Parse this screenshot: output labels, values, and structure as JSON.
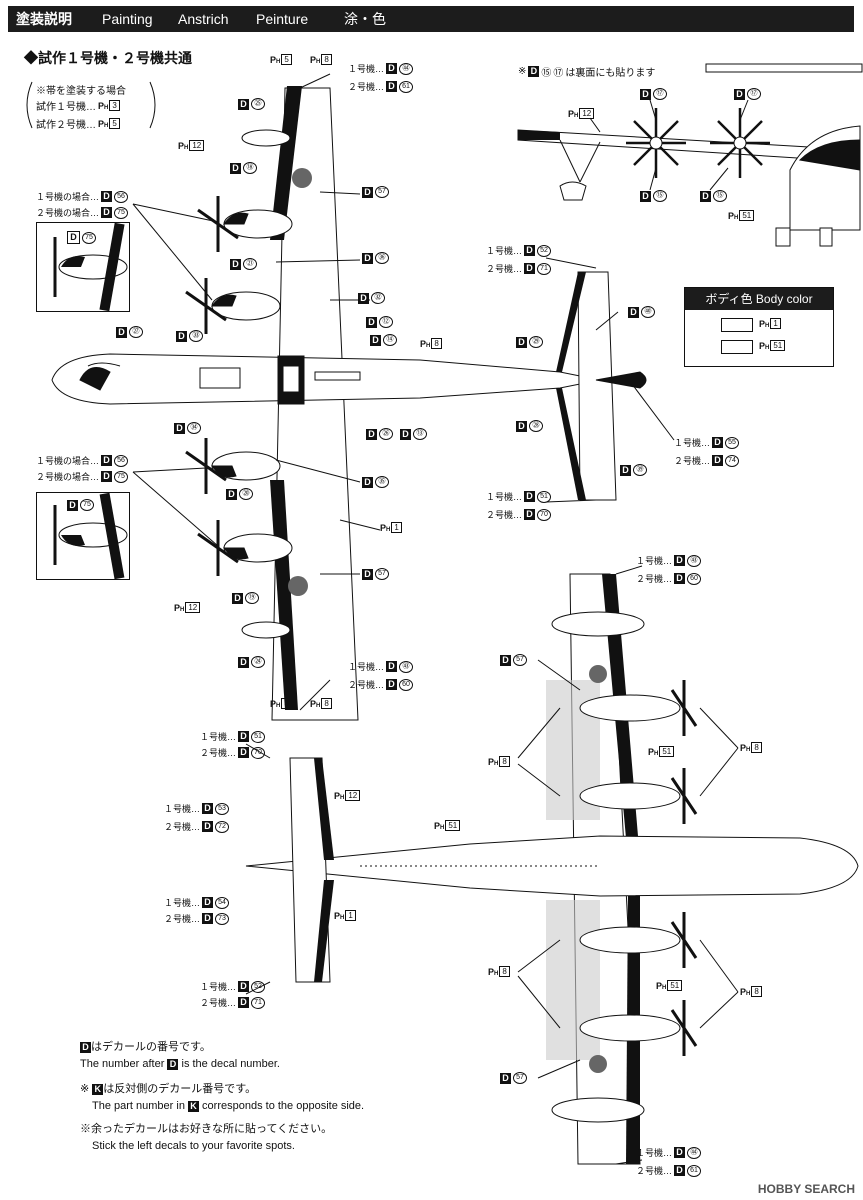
{
  "header": {
    "jp": "塗装説明",
    "en": "Painting",
    "de": "Anstrich",
    "fr": "Peinture",
    "cn": "涂・色"
  },
  "section_title": "◆試作１号機・２号機共通",
  "band_note": {
    "line1": "※帯を塗装する場合",
    "line2": "試作１号機…",
    "line2_ref": "3",
    "line3": "試作２号機…",
    "line3_ref": "5"
  },
  "reverse_note": "は裏面にも貼ります",
  "reverse_note_refs": [
    "⑮",
    "⑰"
  ],
  "body_color": {
    "title": "ボディ色  Body color",
    "items": [
      {
        "ref": "1"
      },
      {
        "ref": "51"
      }
    ]
  },
  "labels": {
    "go1": "１号機…",
    "go2": "２号機…",
    "go1_case": "１号機の場合…",
    "go2_case": "２号機の場合…"
  },
  "decals": {
    "top_wing_tip_1": "㊹",
    "top_wing_tip_2": "61",
    "d25": "㉕",
    "d18": "⑱",
    "d21": "㉑",
    "d57": "57",
    "d36": "㊱",
    "d56": "56",
    "d75": "75",
    "d27": "㉗",
    "d33": "㉝",
    "d34": "㉞",
    "d32": "㉜",
    "d12": "⑫",
    "d14": "⑭",
    "d26": "㉖",
    "d13": "⑬",
    "d52": "52",
    "d71": "71",
    "d40": "㊵",
    "d29": "㉙",
    "d28": "㉘",
    "d55": "55",
    "d74": "74",
    "d39": "㊴",
    "d51": "51",
    "d70": "70",
    "d20": "⑳",
    "d35": "㉟",
    "d19": "⑲",
    "d24": "㉔",
    "d43": "㊸",
    "d60": "60",
    "d17": "⑰",
    "d15": "⑮",
    "d53": "53",
    "d72": "72",
    "d54": "54",
    "d73": "73",
    "d44": "㊹",
    "d61": "61"
  },
  "ph_refs": {
    "p5": "5",
    "p8": "8",
    "p12": "12",
    "p1": "1",
    "p3": "3",
    "p51": "51"
  },
  "notes": {
    "n1": "はデカールの番号です。",
    "n2a": "The number after ",
    "n2b": " is the decal number.",
    "n3": "は反対側のデカール番号です。",
    "n4a": "The part number in ",
    "n4b": " corresponds to the opposite side.",
    "n5": "※余ったデカールはお好きな所に貼ってください。",
    "n6": "Stick the left decals to your favorite spots."
  },
  "watermark": "HOBBY SEARCH"
}
